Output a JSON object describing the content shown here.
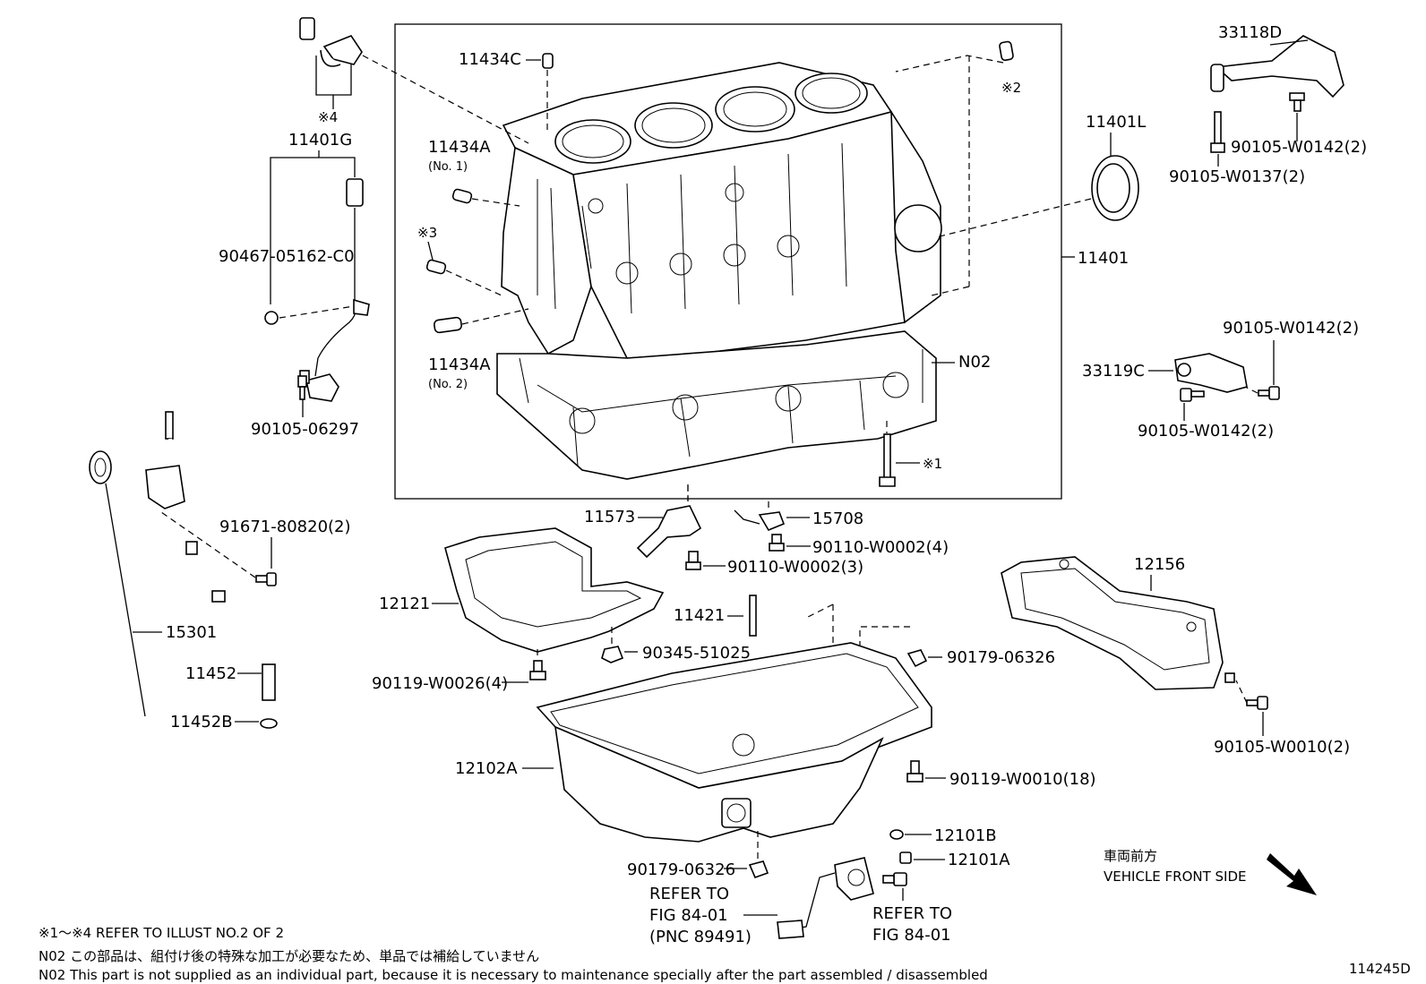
{
  "labels": {
    "p11434C": "11434C",
    "p11434A_1": "11434A",
    "no1": "(No. 1)",
    "mark3": "※3",
    "p11434A_2": "11434A",
    "no2": "(No. 2)",
    "mark2": "※2",
    "mark4": "※4",
    "p11401G": "11401G",
    "p90467": "90467-05162-C0",
    "p90105_06297": "90105-06297",
    "p11401L": "11401L",
    "p11401": "11401",
    "p33118D": "33118D",
    "p90105_W0142_a": "90105-W0142(2)",
    "p90105_W0137": "90105-W0137(2)",
    "p90105_W0142_b": "90105-W0142(2)",
    "p33119C": "33119C",
    "p90105_W0142_c": "90105-W0142(2)",
    "pN02": "N02",
    "mark1": "※1",
    "p11573": "11573",
    "p15708": "15708",
    "p90110_W0002_4": "90110-W0002(4)",
    "p90110_W0002_3": "90110-W0002(3)",
    "p91671": "91671-80820(2)",
    "p12121": "12121",
    "p11421": "11421",
    "p90345": "90345-51025",
    "p90179_a": "90179-06326",
    "p12156": "12156",
    "p15301": "15301",
    "p11452": "11452",
    "p90119_W0026": "90119-W0026(4)",
    "p11452B": "11452B",
    "p12102A": "12102A",
    "p90119_W0010": "90119-W0010(18)",
    "p90105_W0010": "90105-W0010(2)",
    "p12101B": "12101B",
    "p12101A": "12101A",
    "p90179_b": "90179-06326",
    "refer_a1": "REFER TO",
    "refer_a2": "FIG 84-01",
    "refer_a3": "(PNC 89491)",
    "refer_b1": "REFER TO",
    "refer_b2": "FIG 84-01",
    "front_jp": "車両前方",
    "front_en": "VEHICLE FRONT SIDE"
  },
  "notes": {
    "refer_all": "※1～※4 REFER TO ILLUST NO.2 OF 2",
    "n02_jp": "N02  この部品は、組付け後の特殊な加工が必要なため、単品では補給していません",
    "n02_en": "N02  This part is not supplied as an individual part, because it is necessary to maintenance specially after the part assembled / disassembled"
  },
  "figure_id": "114245D"
}
